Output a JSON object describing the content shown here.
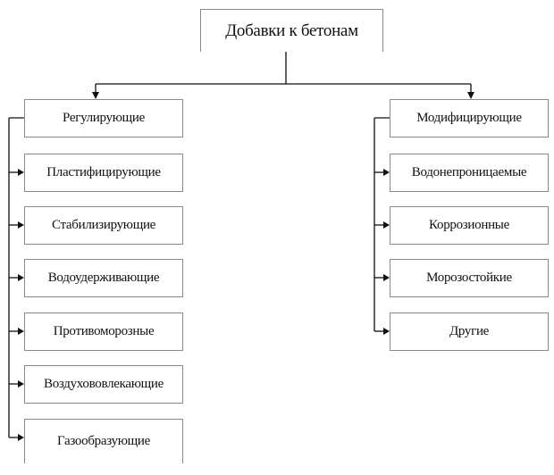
{
  "title": "Добавки к бетонам",
  "left": {
    "head": "Регулирующие",
    "items": [
      "Пластифицирующие",
      "Стабилизирующие",
      "Водоудерживающие",
      "Противоморозные",
      "Воздухововлекающие",
      "Газообразующие"
    ]
  },
  "right": {
    "head": "Модифицирующие",
    "items": [
      "Водонепроницаемые",
      "Коррозионные",
      "Морозостойкие",
      "Другие"
    ]
  }
}
